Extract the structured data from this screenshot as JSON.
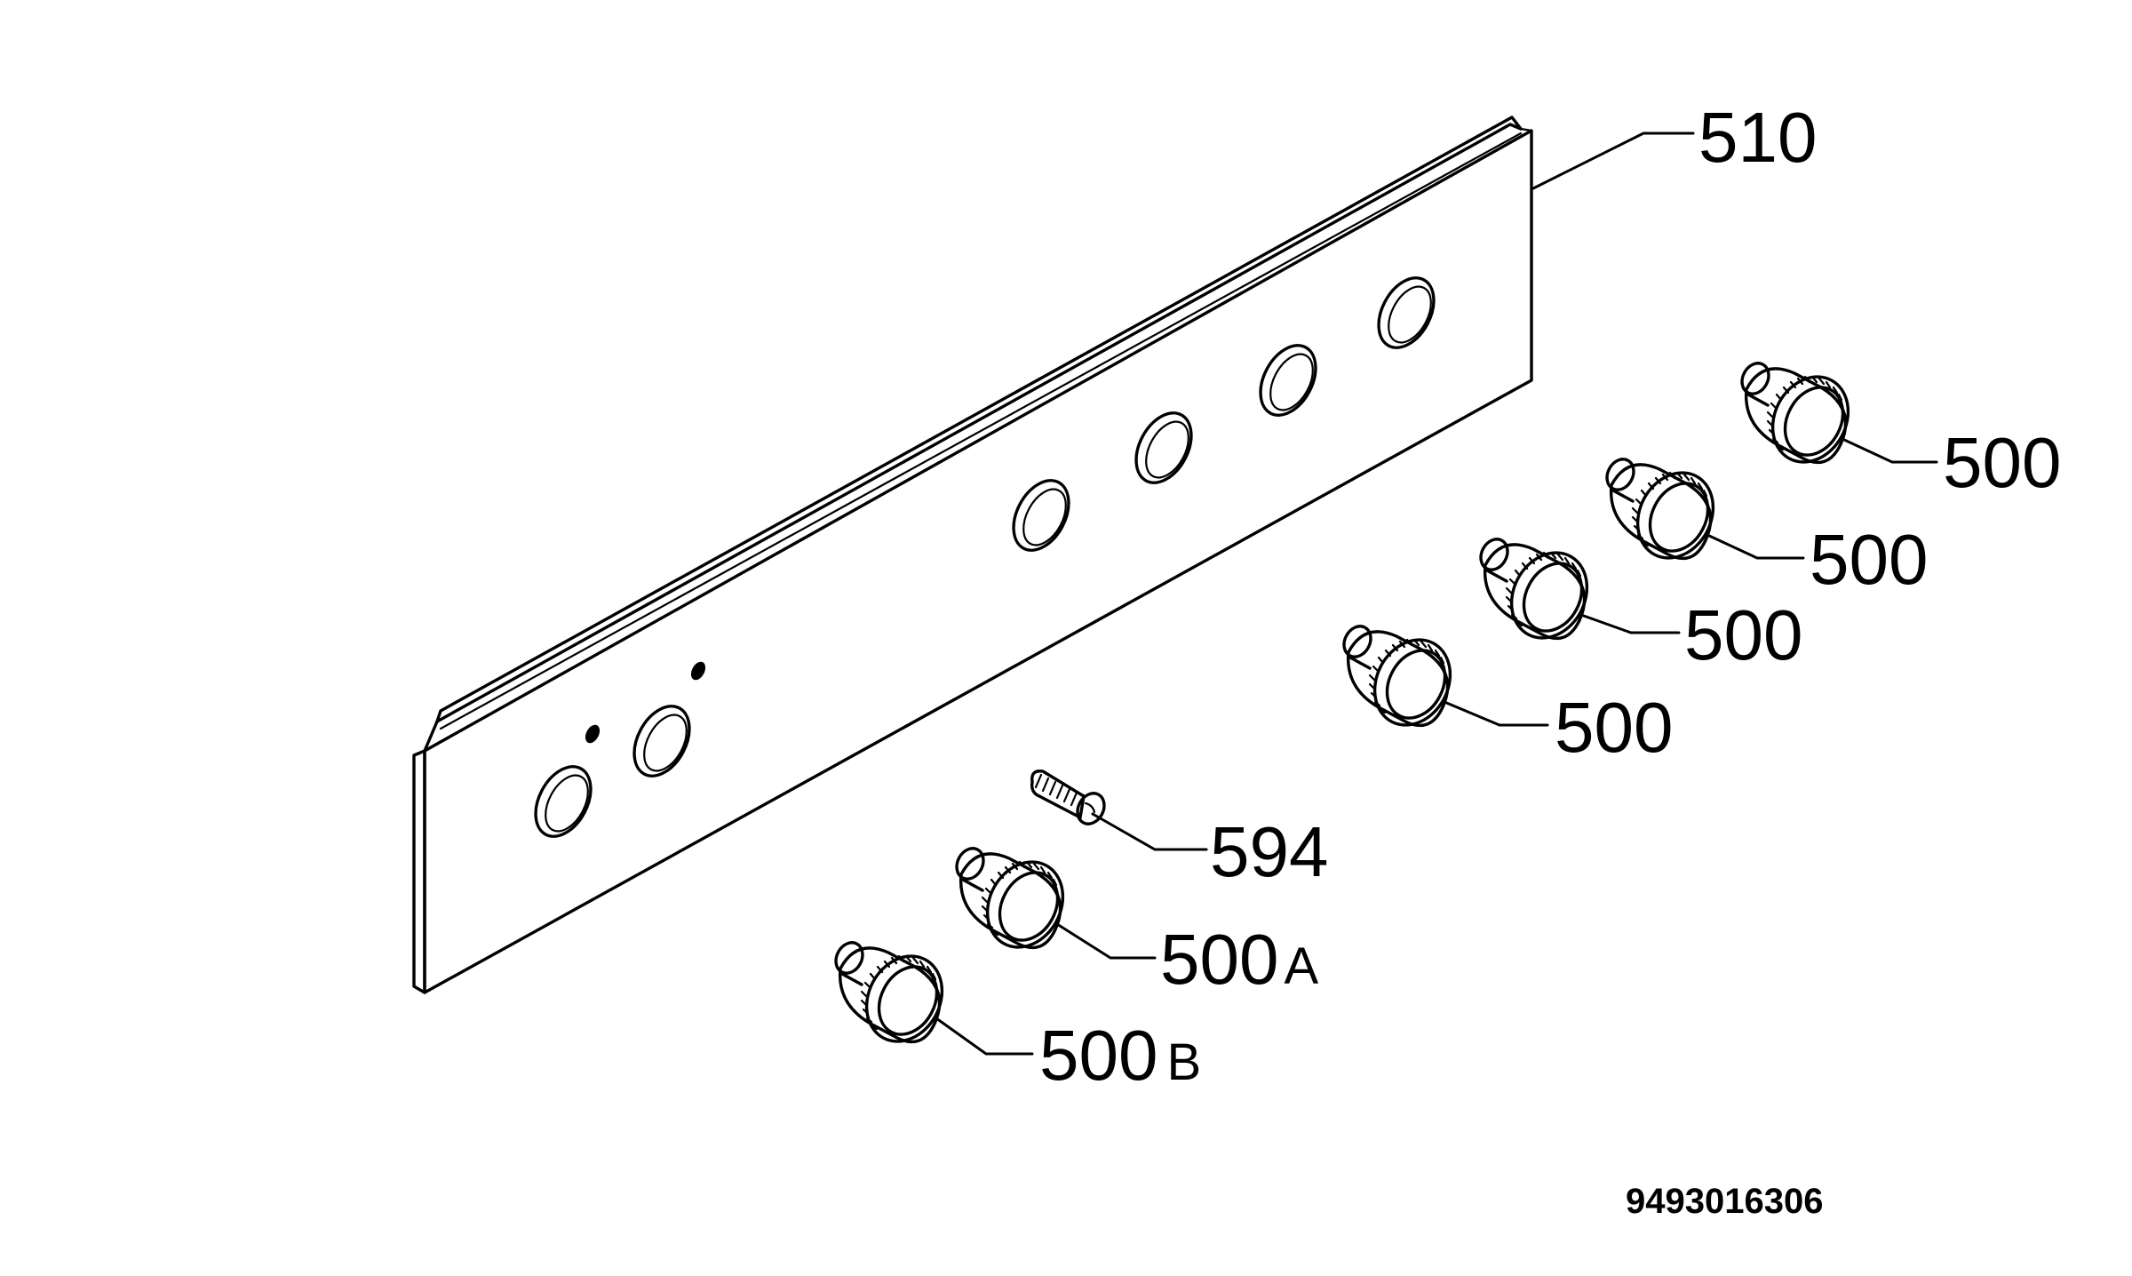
{
  "parts": {
    "panel": "510",
    "knob_1": "500",
    "knob_2": "500",
    "knob_3": "500",
    "knob_4": "500",
    "screw": "594",
    "knob_a_number": "500",
    "knob_a_suffix": "A",
    "knob_b_number": "500",
    "knob_b_suffix": "B"
  },
  "drawing_code": "9493016306"
}
